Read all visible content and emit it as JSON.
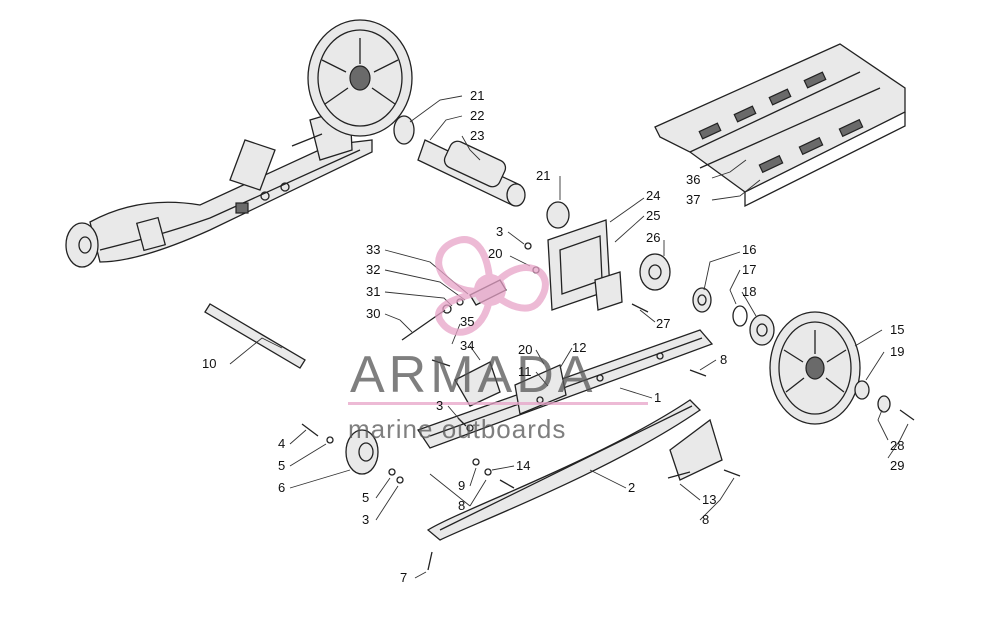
{
  "watermark": {
    "name": "ARMADA",
    "subtitle": "marine outboards",
    "accent_color": "#e7a3c8",
    "logo": "propeller-logo"
  },
  "callouts": [
    {
      "id": "c21a",
      "text": "21"
    },
    {
      "id": "c22",
      "text": "22"
    },
    {
      "id": "c23",
      "text": "23"
    },
    {
      "id": "c21b",
      "text": "21"
    },
    {
      "id": "c24",
      "text": "24"
    },
    {
      "id": "c25",
      "text": "25"
    },
    {
      "id": "c26",
      "text": "26"
    },
    {
      "id": "c3a",
      "text": "3"
    },
    {
      "id": "c20a",
      "text": "20"
    },
    {
      "id": "c33",
      "text": "33"
    },
    {
      "id": "c32",
      "text": "32"
    },
    {
      "id": "c31",
      "text": "31"
    },
    {
      "id": "c30",
      "text": "30"
    },
    {
      "id": "c27",
      "text": "27"
    },
    {
      "id": "c16",
      "text": "16"
    },
    {
      "id": "c17",
      "text": "17"
    },
    {
      "id": "c18",
      "text": "18"
    },
    {
      "id": "c15",
      "text": "15"
    },
    {
      "id": "c19",
      "text": "19"
    },
    {
      "id": "c28",
      "text": "28"
    },
    {
      "id": "c29",
      "text": "29"
    },
    {
      "id": "c36",
      "text": "36"
    },
    {
      "id": "c37",
      "text": "37"
    },
    {
      "id": "c35",
      "text": "35"
    },
    {
      "id": "c34",
      "text": "34"
    },
    {
      "id": "c20b",
      "text": "20"
    },
    {
      "id": "c12",
      "text": "12"
    },
    {
      "id": "c11",
      "text": "11"
    },
    {
      "id": "c8a",
      "text": "8"
    },
    {
      "id": "c1",
      "text": "1"
    },
    {
      "id": "c10",
      "text": "10"
    },
    {
      "id": "c3b",
      "text": "3"
    },
    {
      "id": "c4",
      "text": "4"
    },
    {
      "id": "c5a",
      "text": "5"
    },
    {
      "id": "c6",
      "text": "6"
    },
    {
      "id": "c5b",
      "text": "5"
    },
    {
      "id": "c3c",
      "text": "3"
    },
    {
      "id": "c9",
      "text": "9"
    },
    {
      "id": "c14",
      "text": "14"
    },
    {
      "id": "c8b",
      "text": "8"
    },
    {
      "id": "c2",
      "text": "2"
    },
    {
      "id": "c13",
      "text": "13"
    },
    {
      "id": "c8c",
      "text": "8"
    },
    {
      "id": "c7",
      "text": "7"
    }
  ]
}
